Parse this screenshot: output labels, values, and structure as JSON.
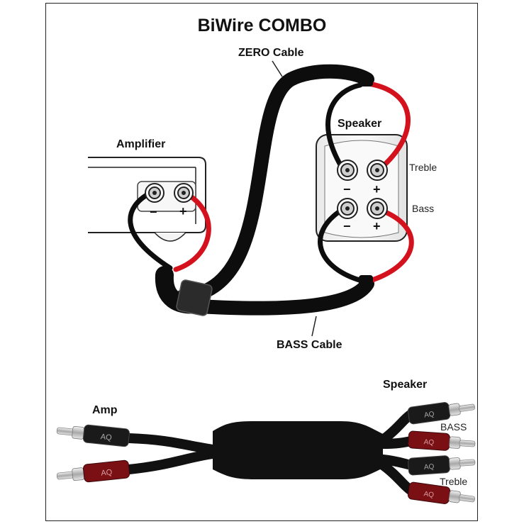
{
  "title": "BiWire COMBO",
  "top_diagram": {
    "zero_cable_label": "ZERO Cable",
    "bass_cable_label": "BASS Cable",
    "amplifier_label": "Amplifier",
    "speaker_label": "Speaker",
    "treble_label": "Treble",
    "bass_label": "Bass",
    "minus": "−",
    "plus": "+"
  },
  "bottom_diagram": {
    "amp_label": "Amp",
    "speaker_label": "Speaker",
    "bass_label": "BASS",
    "treble_label": "Treble",
    "logo_text": "AQ"
  },
  "colors": {
    "cable_black": "#0d0d0d",
    "cable_red": "#d4121e",
    "plug_red": "#7a0f14",
    "metal": "#c8c8c8",
    "frame": "#222222"
  }
}
